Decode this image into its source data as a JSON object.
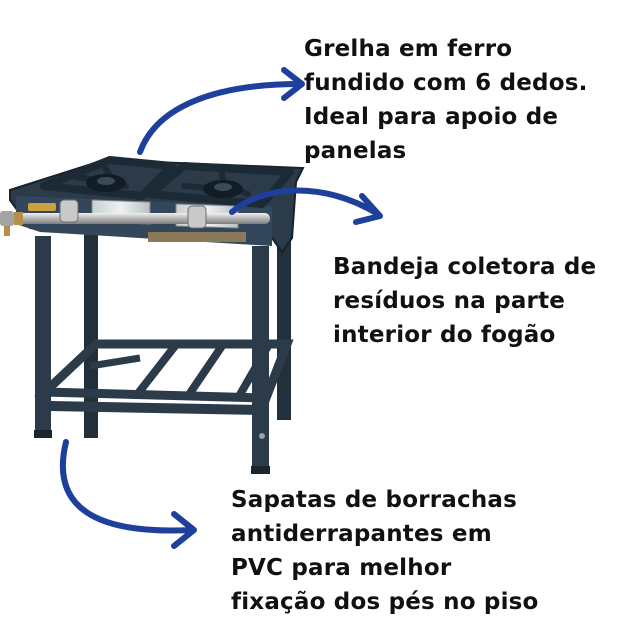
{
  "callouts": {
    "grate": {
      "lines": [
        "Grelha em ferro",
        "fundido com 6 dedos.",
        "Ideal para apoio de",
        "panelas"
      ]
    },
    "tray": {
      "lines": [
        "Bandeja coletora de",
        "resíduos na parte",
        "interior do fogão"
      ]
    },
    "feet": {
      "lines": [
        "Sapatas de borrachas",
        "antiderrapantes em",
        "PVC para melhor",
        "fixação dos pés no piso"
      ]
    }
  },
  "colors": {
    "arrow": "#1f3f9c",
    "stove_body": "#2b3b49",
    "stove_edge": "#16222c",
    "steel": "#c6c6c6",
    "text": "#111111"
  },
  "icons": [
    "two-burner-stove",
    "curved-arrow"
  ]
}
